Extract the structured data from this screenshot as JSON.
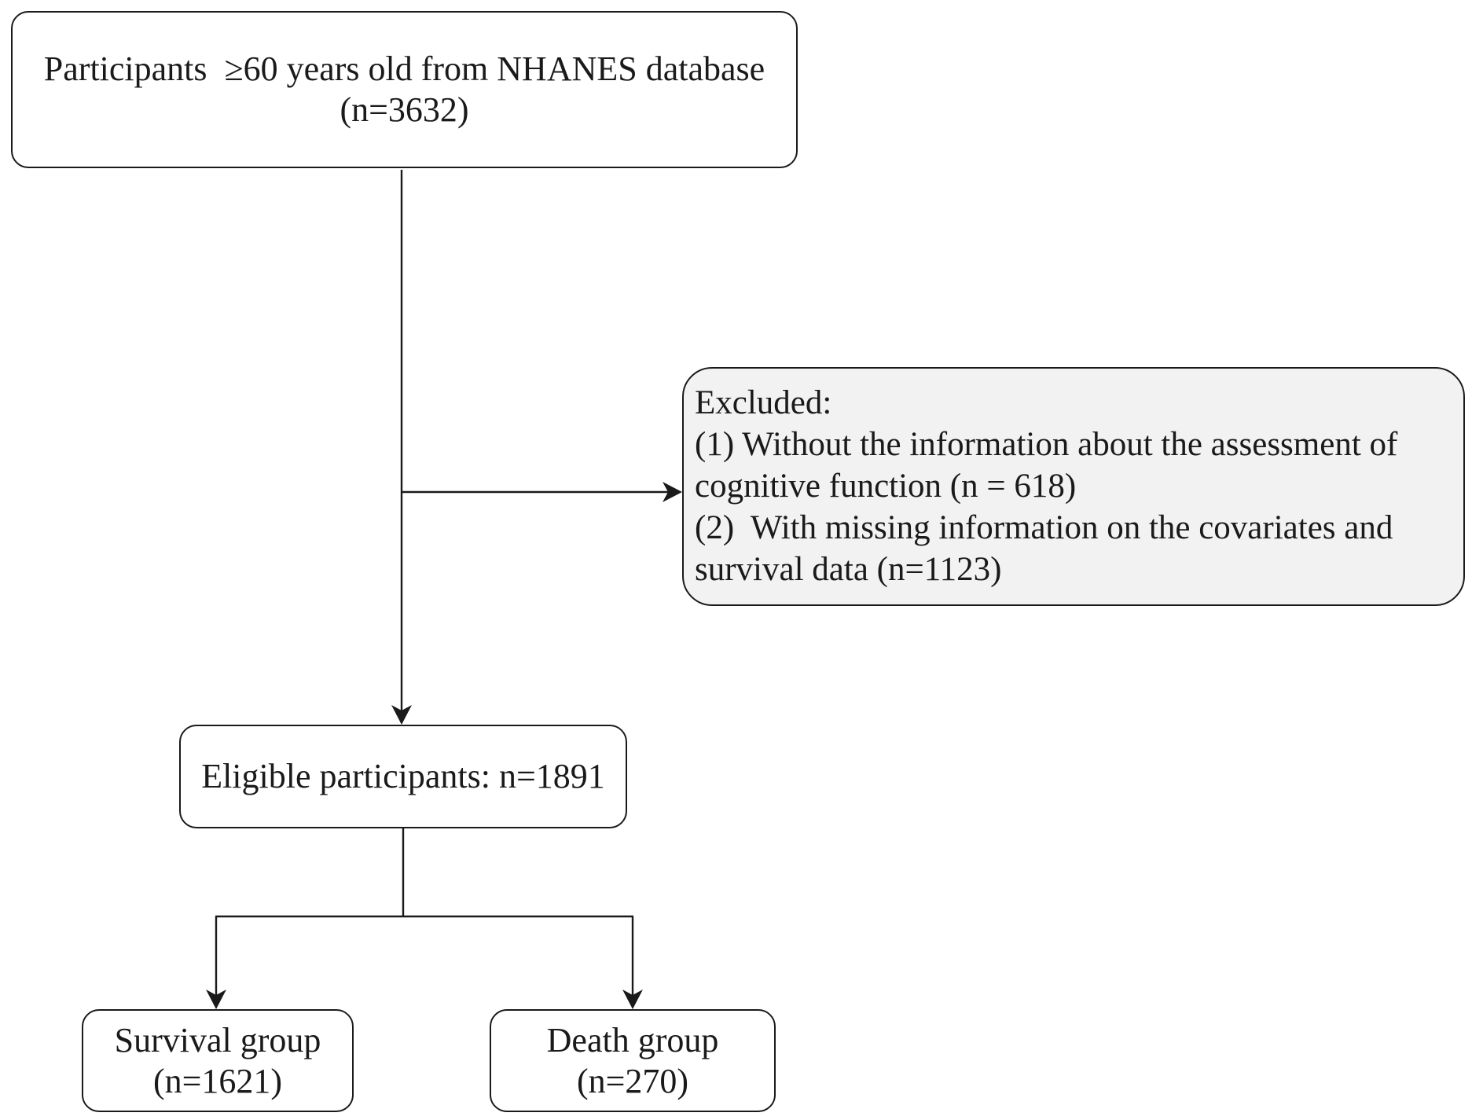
{
  "nodes": {
    "start": {
      "line1": "Participants  ≥60 years old from NHANES database",
      "line2": "(n=3632)"
    },
    "excluded": {
      "heading": "Excluded:",
      "lines": [
        "(1) Without the information about the assessment of",
        "cognitive function (n = 618)",
        "(2)  With missing information on the covariates and",
        "survival data (n=1123)"
      ]
    },
    "eligible": {
      "label": "Eligible participants: n=1891"
    },
    "survival": {
      "line1": "Survival group",
      "line2": "(n=1621)"
    },
    "death": {
      "line1": "Death group",
      "line2": "(n=270)"
    }
  },
  "edges": [
    {
      "from": "start",
      "to": "eligible"
    },
    {
      "from": "start",
      "to": "excluded"
    },
    {
      "from": "eligible",
      "to": "survival"
    },
    {
      "from": "eligible",
      "to": "death"
    }
  ],
  "colors": {
    "stroke": "#1a1a1a",
    "excluded_fill": "#f2f2f2",
    "box_fill": "#ffffff"
  }
}
